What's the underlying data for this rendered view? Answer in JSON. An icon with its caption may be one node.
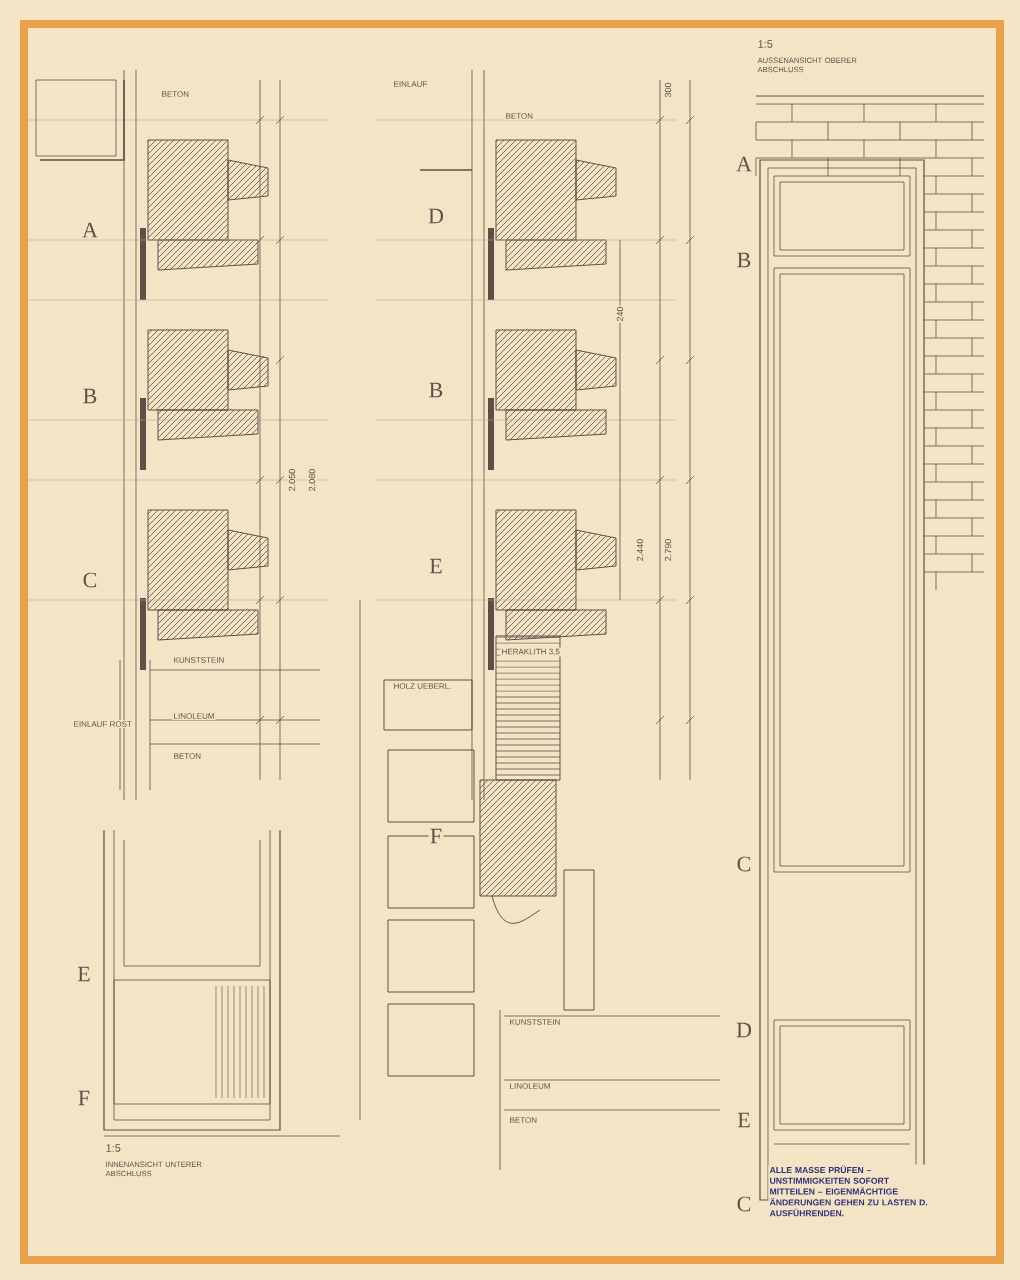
{
  "diagram": {
    "labels": [
      "BETON",
      "A",
      "B",
      "C",
      "2.050",
      "2.080",
      "KUNSTSTEIN",
      "EINLAUF ROST",
      "LINOLEUM",
      "BETON",
      "EINLAUF",
      "BETON",
      "D",
      "B",
      "E",
      "300",
      "240",
      "2.440",
      "2.790",
      "HERAKLITH 3,5",
      "HOLZ UEBERL.",
      "F",
      "KUNSTSTEIN",
      "LINOLEUM",
      "BETON",
      "1:5",
      "AUSSENANSICHT OBERER ABSCHLUSS",
      "A",
      "B",
      "C",
      "D",
      "E",
      "C",
      "E",
      "F",
      "1:5",
      "INNENANSICHT UNTERER ABSCHLUSS",
      "ALLE MASSE PRÜFEN – UNSTIMMIGKEITEN SOFORT MITTEILEN – EIGENMÄCHTIGE ÄNDERUNGEN GEHEN ZU LASTEN D. AUSFÜHRENDEN."
    ]
  }
}
